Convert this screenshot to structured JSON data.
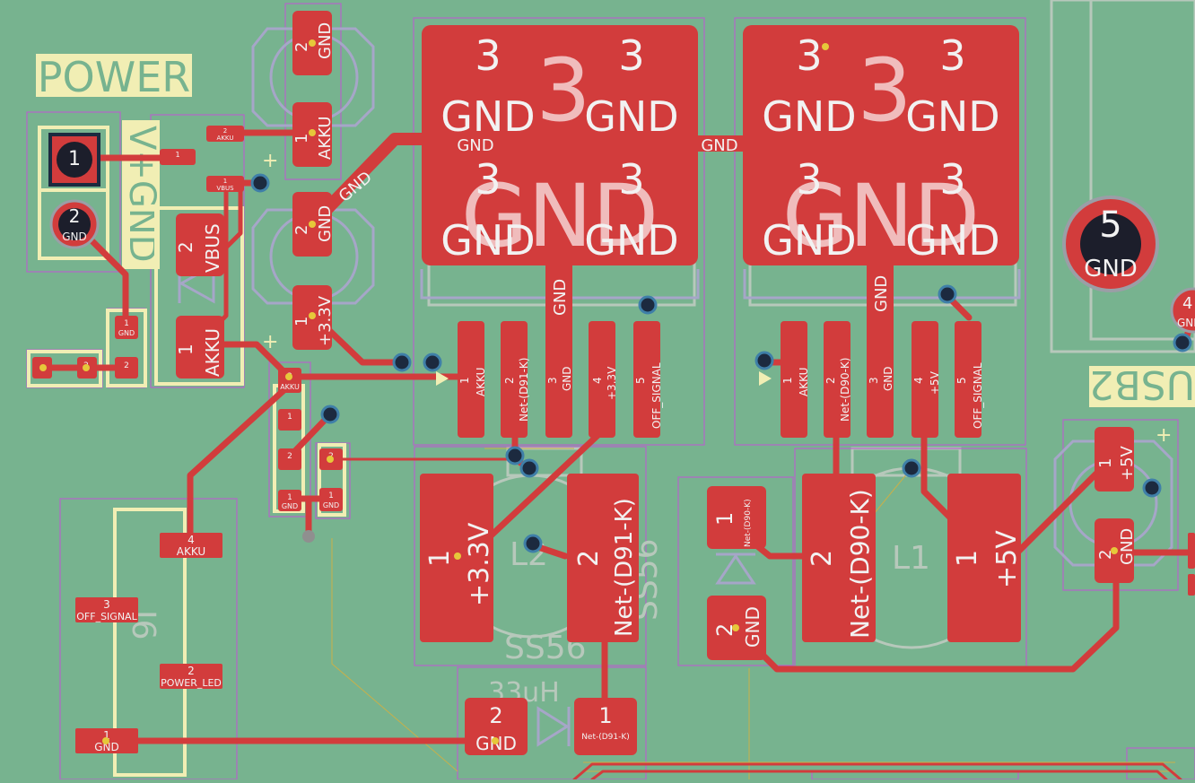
{
  "silkscreen": {
    "power_title": "POWER",
    "connector_label": "V+GND",
    "usb_label": "USB2",
    "j_label": "J6",
    "l1": "L1",
    "l2": "L2",
    "diode_ref": "SS56",
    "diode_ref2": "SS56",
    "inductor_value": "33uH"
  },
  "pads": {
    "p1": "1",
    "p2": "2",
    "p3": "3",
    "p4": "4",
    "p5": "5",
    "gnd": "GND",
    "akku": "AKKU",
    "vbus": "VBUS",
    "v33": "+3.3V",
    "v5": "+5V",
    "net_d91": "Net-(D91-K)",
    "net_d90": "Net-(D90-K)",
    "off_signal": "OFF_SIGNAL",
    "off_signal_u": "OFF_SIGNAL",
    "power_led": "POWER_LED",
    "big_gnd": "GND",
    "big_3": "3"
  },
  "colors": {
    "board": "#77b38f",
    "copper": "#d23c3c",
    "silkscreen": "#f1eeb4",
    "courtyard": "#b565c9"
  }
}
